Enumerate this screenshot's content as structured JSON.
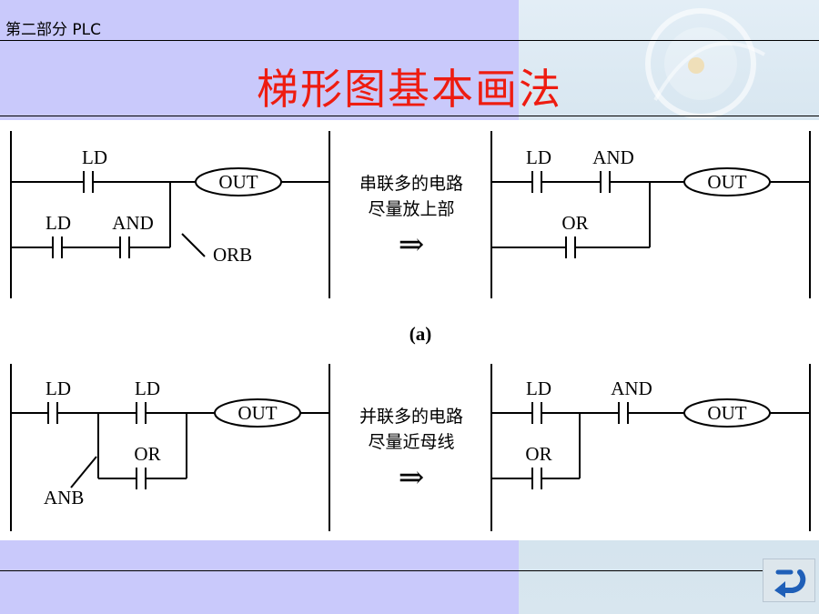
{
  "header": {
    "section_label": "第二部分  PLC"
  },
  "slide": {
    "title": "梯形图基本画法"
  },
  "diagram_a": {
    "caption": "(a)",
    "left": {
      "contact1": "LD",
      "contact2": "LD",
      "contact3": "AND",
      "coil": "OUT",
      "callout": "ORB"
    },
    "note_line1": "串联多的电路",
    "note_line2": "尽量放上部",
    "arrow": "⇒",
    "right": {
      "contact1": "LD",
      "contact2": "AND",
      "contact3": "OR",
      "coil": "OUT"
    }
  },
  "diagram_b": {
    "left": {
      "contact1": "LD",
      "contact2": "LD",
      "contact3": "OR",
      "coil": "OUT",
      "callout": "ANB"
    },
    "note_line1": "并联多的电路",
    "note_line2": "尽量近母线",
    "arrow": "⇒",
    "right": {
      "contact1": "LD",
      "contact2": "AND",
      "contact3": "OR",
      "coil": "OUT"
    }
  },
  "nav": {
    "back_icon": "return-arrow-icon"
  },
  "colors": {
    "title": "#ee1c10",
    "band_left": "#c9c9fb",
    "band_right": "#d8e6ef"
  }
}
